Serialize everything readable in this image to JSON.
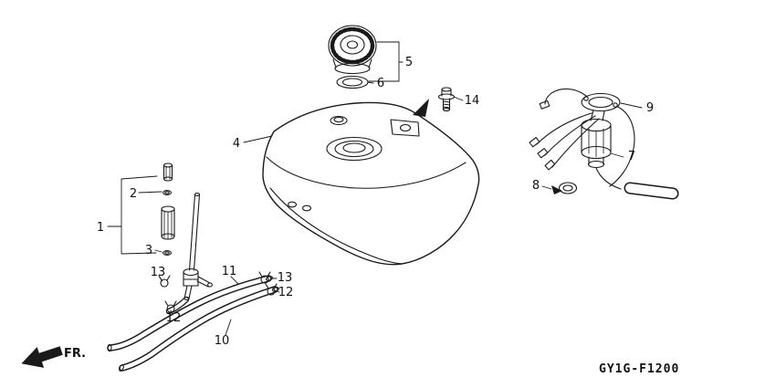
{
  "diagram": {
    "code": "GY1G-F1200",
    "fr_label": "FR.",
    "colors": {
      "line": "#1a1a1a",
      "background": "#ffffff"
    },
    "callouts": [
      {
        "label": "1"
      },
      {
        "label": "2"
      },
      {
        "label": "3"
      },
      {
        "label": "4"
      },
      {
        "label": "5"
      },
      {
        "label": "6"
      },
      {
        "label": "7"
      },
      {
        "label": "8"
      },
      {
        "label": "9"
      },
      {
        "label": "10"
      },
      {
        "label": "11"
      },
      {
        "label": "12"
      },
      {
        "label": "12"
      },
      {
        "label": "13"
      },
      {
        "label": "13"
      },
      {
        "label": "14"
      }
    ]
  }
}
